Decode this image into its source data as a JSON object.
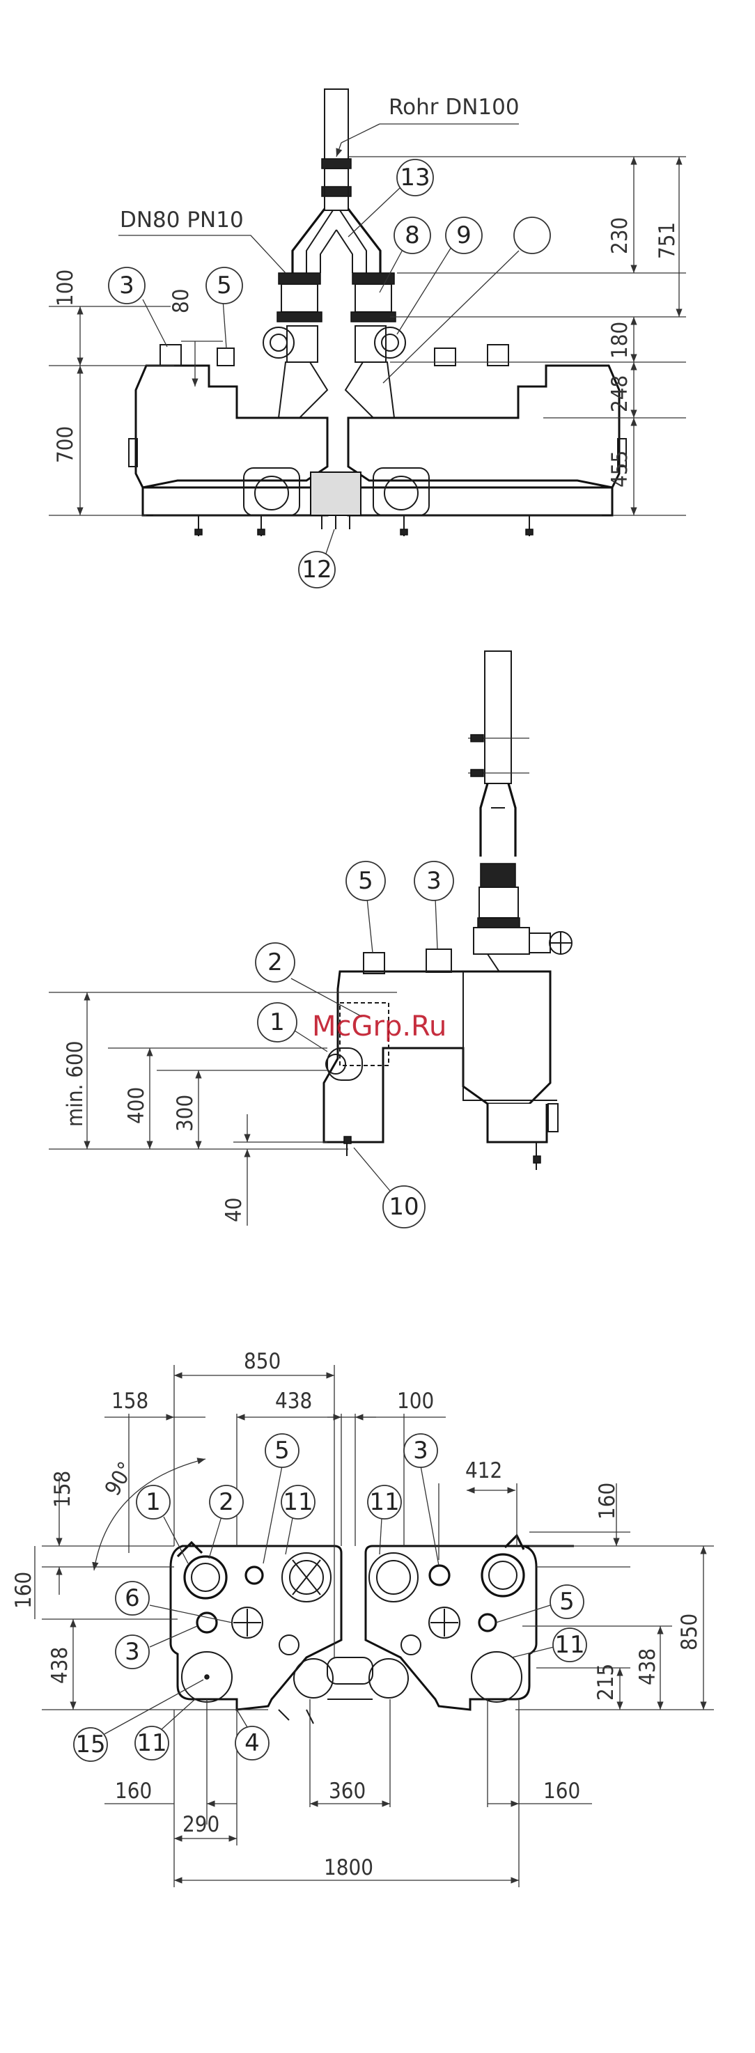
{
  "watermark": "McGrp.Ru",
  "front_view": {
    "pipe_label": "Rohr DN100",
    "flange_label": "DN80 PN10",
    "dims": {
      "d100": "100",
      "d80": "80",
      "d700": "700",
      "d230": "230",
      "d751": "751",
      "d180": "180",
      "d248": "248",
      "d455": "455"
    },
    "callouts": {
      "c3": "3",
      "c5": "5",
      "c13": "13",
      "c8": "8",
      "c9": "9",
      "c12": "12"
    }
  },
  "side_view": {
    "dims": {
      "dmin600": "min. 600",
      "d400": "400",
      "d300": "300",
      "d40": "40"
    },
    "callouts": {
      "c5": "5",
      "c3": "3",
      "c2": "2",
      "c1": "1",
      "c10": "10"
    }
  },
  "top_view": {
    "dims": {
      "d850": "850",
      "d158a": "158",
      "d438a": "438",
      "d100": "100",
      "d90": "90°",
      "d158b": "158",
      "d412": "412",
      "d160a": "160",
      "d160b": "160",
      "d438b": "438",
      "d850r": "850",
      "d438r": "438",
      "d215": "215",
      "d160c": "160",
      "d290": "290",
      "d360": "360",
      "d160d": "160",
      "d1800": "1800"
    },
    "callouts": {
      "c5": "5",
      "c3": "3",
      "c1": "1",
      "c2": "2",
      "c11a": "11",
      "c11b": "11",
      "c6": "6",
      "c5b": "5",
      "c3b": "3",
      "c11c": "11",
      "c15": "15",
      "c11d": "11",
      "c4": "4"
    }
  }
}
